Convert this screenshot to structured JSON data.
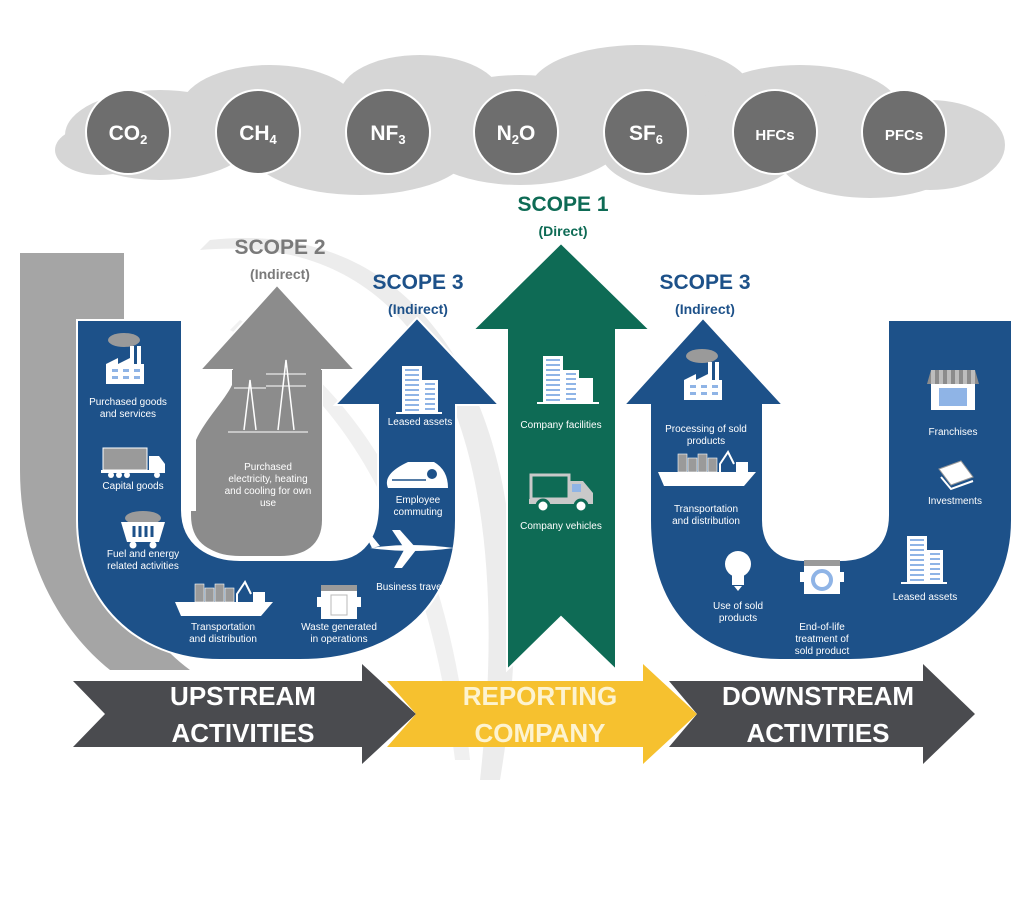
{
  "colors": {
    "blue": "#1d5189",
    "green": "#0e6b55",
    "gray_arrow": "#8c8c8c",
    "dark_arrow": "#4a4b4f",
    "yellow": "#f6c12f",
    "cloud": "#d6d6d6",
    "gas_circle": "#6e6e6e",
    "scope2_text": "#7a7a7a"
  },
  "gases": [
    {
      "id": "co2",
      "label": "CO",
      "sub": "2"
    },
    {
      "id": "ch4",
      "label": "CH",
      "sub": "4"
    },
    {
      "id": "nf3",
      "label": "NF",
      "sub": "3"
    },
    {
      "id": "n2o",
      "label": "N",
      "sub": "2",
      "suffix": "O"
    },
    {
      "id": "sf6",
      "label": "SF",
      "sub": "6"
    },
    {
      "id": "hfcs",
      "label": "HFCs",
      "sub": ""
    },
    {
      "id": "pfcs",
      "label": "PFCs",
      "sub": ""
    }
  ],
  "scopes": {
    "scope2": {
      "title": "SCOPE 2",
      "subtitle": "(Indirect)"
    },
    "scope3_upstream": {
      "title": "SCOPE 3",
      "subtitle": "(Indirect)"
    },
    "scope1": {
      "title": "SCOPE 1",
      "subtitle": "(Direct)"
    },
    "scope3_downstream": {
      "title": "SCOPE 3",
      "subtitle": "(Indirect)"
    }
  },
  "upstream_items": [
    {
      "icon": "factory-icon",
      "lines": [
        "Purchased goods",
        "and services"
      ]
    },
    {
      "icon": "truck-icon",
      "lines": [
        "Capital goods"
      ]
    },
    {
      "icon": "coal-cart-icon",
      "lines": [
        "Fuel and energy",
        "related activities"
      ]
    },
    {
      "icon": "cargo-ship-icon",
      "lines": [
        "Transportation",
        "and distribution"
      ]
    },
    {
      "icon": "dumpster-icon",
      "lines": [
        "Waste generated",
        "in operations"
      ]
    },
    {
      "icon": "airplane-icon",
      "lines": [
        "Business travel"
      ]
    },
    {
      "icon": "train-icon",
      "lines": [
        "Employee",
        "commuting"
      ]
    },
    {
      "icon": "office-building-icon",
      "lines": [
        "Leased assets"
      ]
    }
  ],
  "scope2_item": {
    "icon": "power-pylon-icon",
    "lines": [
      "Purchased",
      "electricity, heating",
      "and cooling for own",
      "use"
    ]
  },
  "scope1_items": [
    {
      "icon": "company-buildings-icon",
      "lines": [
        "Company facilities"
      ]
    },
    {
      "icon": "company-truck-icon",
      "lines": [
        "Company vehicles"
      ]
    }
  ],
  "downstream_items": [
    {
      "icon": "factory-icon",
      "lines": [
        "Processing of sold",
        "products"
      ]
    },
    {
      "icon": "cargo-ship-icon",
      "lines": [
        "Transportation",
        "and distribution"
      ]
    },
    {
      "icon": "light-bulb-icon",
      "lines": [
        "Use of sold",
        "products"
      ]
    },
    {
      "icon": "recycling-dumpster-icon",
      "lines": [
        "End-of-life",
        "treatment of",
        "sold product"
      ]
    },
    {
      "icon": "office-building-icon",
      "lines": [
        "Leased assets"
      ]
    },
    {
      "icon": "cash-stack-icon",
      "lines": [
        "Investments"
      ]
    },
    {
      "icon": "storefront-icon",
      "lines": [
        "Franchises"
      ]
    }
  ],
  "flow": [
    {
      "id": "upstream",
      "lines": [
        "UPSTREAM",
        "ACTIVITIES"
      ]
    },
    {
      "id": "reporting",
      "lines": [
        "REPORTING",
        "COMPANY"
      ]
    },
    {
      "id": "downstream",
      "lines": [
        "DOWNSTREAM",
        "ACTIVITIES"
      ]
    }
  ]
}
